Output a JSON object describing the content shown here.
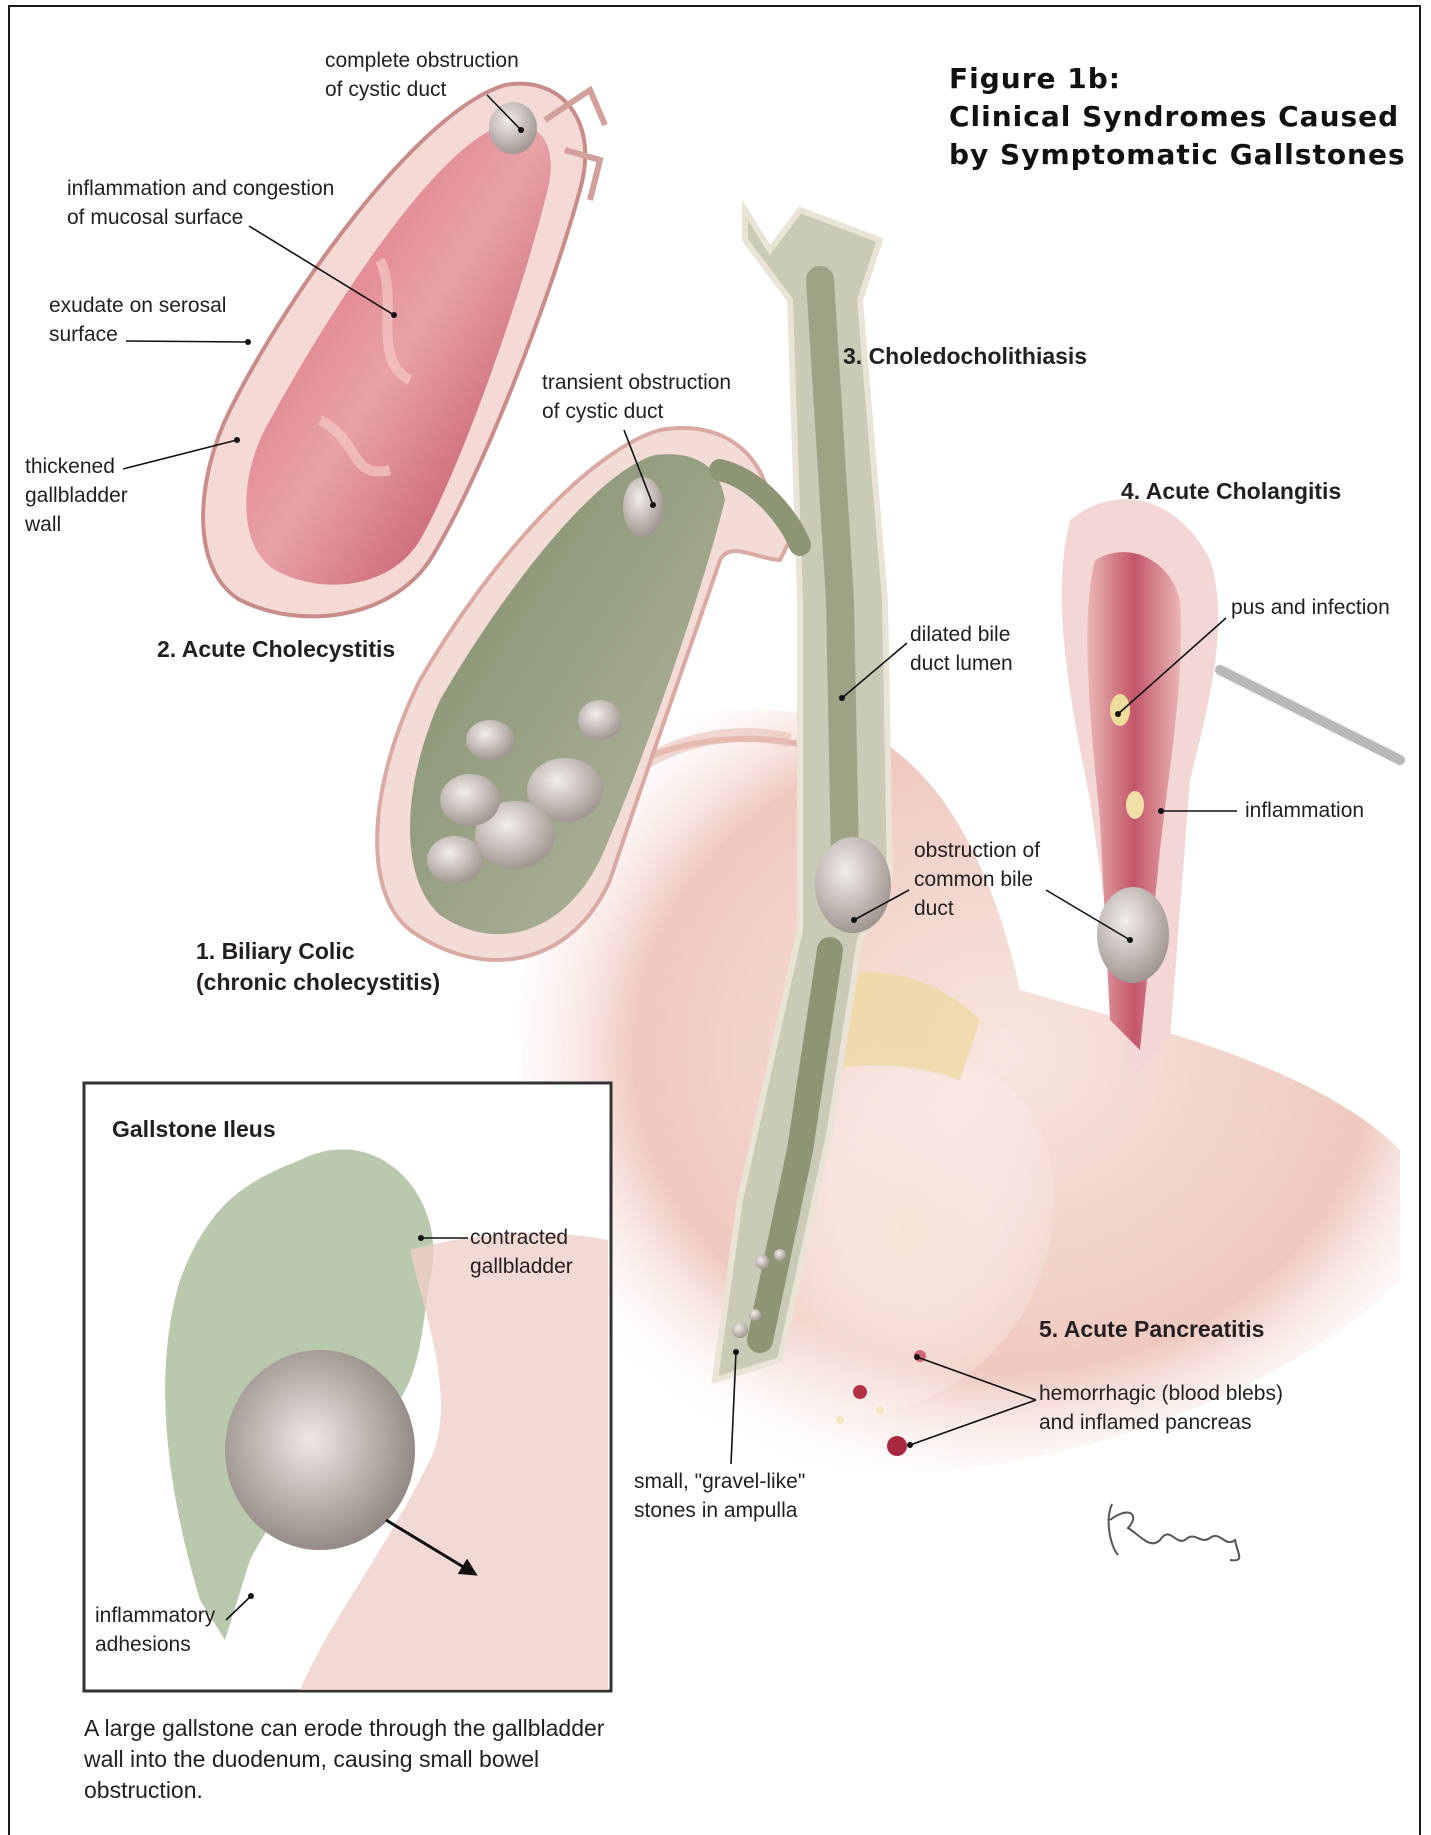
{
  "figure": {
    "title": "Figure 1b:\nClinical Syndromes Caused\nby Symptomatic Gallstones"
  },
  "sections": {
    "acute_cholecystitis": "2. Acute Cholecystitis",
    "choledocholithiasis": "3. Choledocholithiasis",
    "acute_cholangitis": "4. Acute Cholangitis",
    "biliary_colic": "1. Biliary Colic\n    (chronic cholecystitis)",
    "acute_pancreatitis": "5. Acute Pancreatitis",
    "gallstone_ileus": "Gallstone Ileus"
  },
  "labels": {
    "complete_obstruction": "complete obstruction\nof cystic duct",
    "inflammation_congestion": "inflammation and congestion\nof mucosal surface",
    "exudate": "exudate on serosal\nsurface",
    "thickened_wall": "thickened\ngallbladder\nwall",
    "transient_obstruction": "transient obstruction\nof cystic duct",
    "dilated_duct": "dilated bile\nduct lumen",
    "pus_infection": "pus and infection",
    "inflammation": "inflammation",
    "obstruction_cbd": "obstruction of\ncommon bile\nduct",
    "contracted_gallbladder": "contracted\ngallbladder",
    "hemorrhagic": "hemorrhagic (blood blebs)\nand inflamed pancreas",
    "gravel_stones": "small, \"gravel-like\"\nstones in ampulla",
    "inflammatory_adhesions": "inflammatory\nadhesions"
  },
  "caption": "A large gallstone can erode through the gallbladder\nwall into the duodenum, causing small bowel\nobstruction.",
  "colors": {
    "mucosa_red": "#c44a5a",
    "wall_pink": "#f2c9c4",
    "bile_green": "#9da88a",
    "duct_green": "#a9ad91",
    "stone_gray": "#cfc7c2",
    "tissue_peach": "#f4ddd3",
    "pancreas_yellow": "#efd9a6",
    "leader_black": "#111111"
  }
}
